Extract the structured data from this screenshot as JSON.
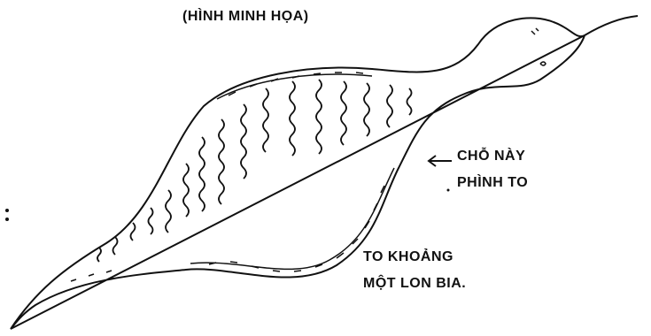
{
  "title": "(HÌNH MINH HỌA)",
  "annotation_bulge": [
    "CHỖ NÀY",
    "PHÌNH TO"
  ],
  "annotation_size": [
    "TO KHOẢNG",
    "MỘT LON BIA."
  ],
  "colors": {
    "ink": "#111111",
    "background": "#ffffff"
  },
  "icons": [
    "arrow-left-icon"
  ]
}
